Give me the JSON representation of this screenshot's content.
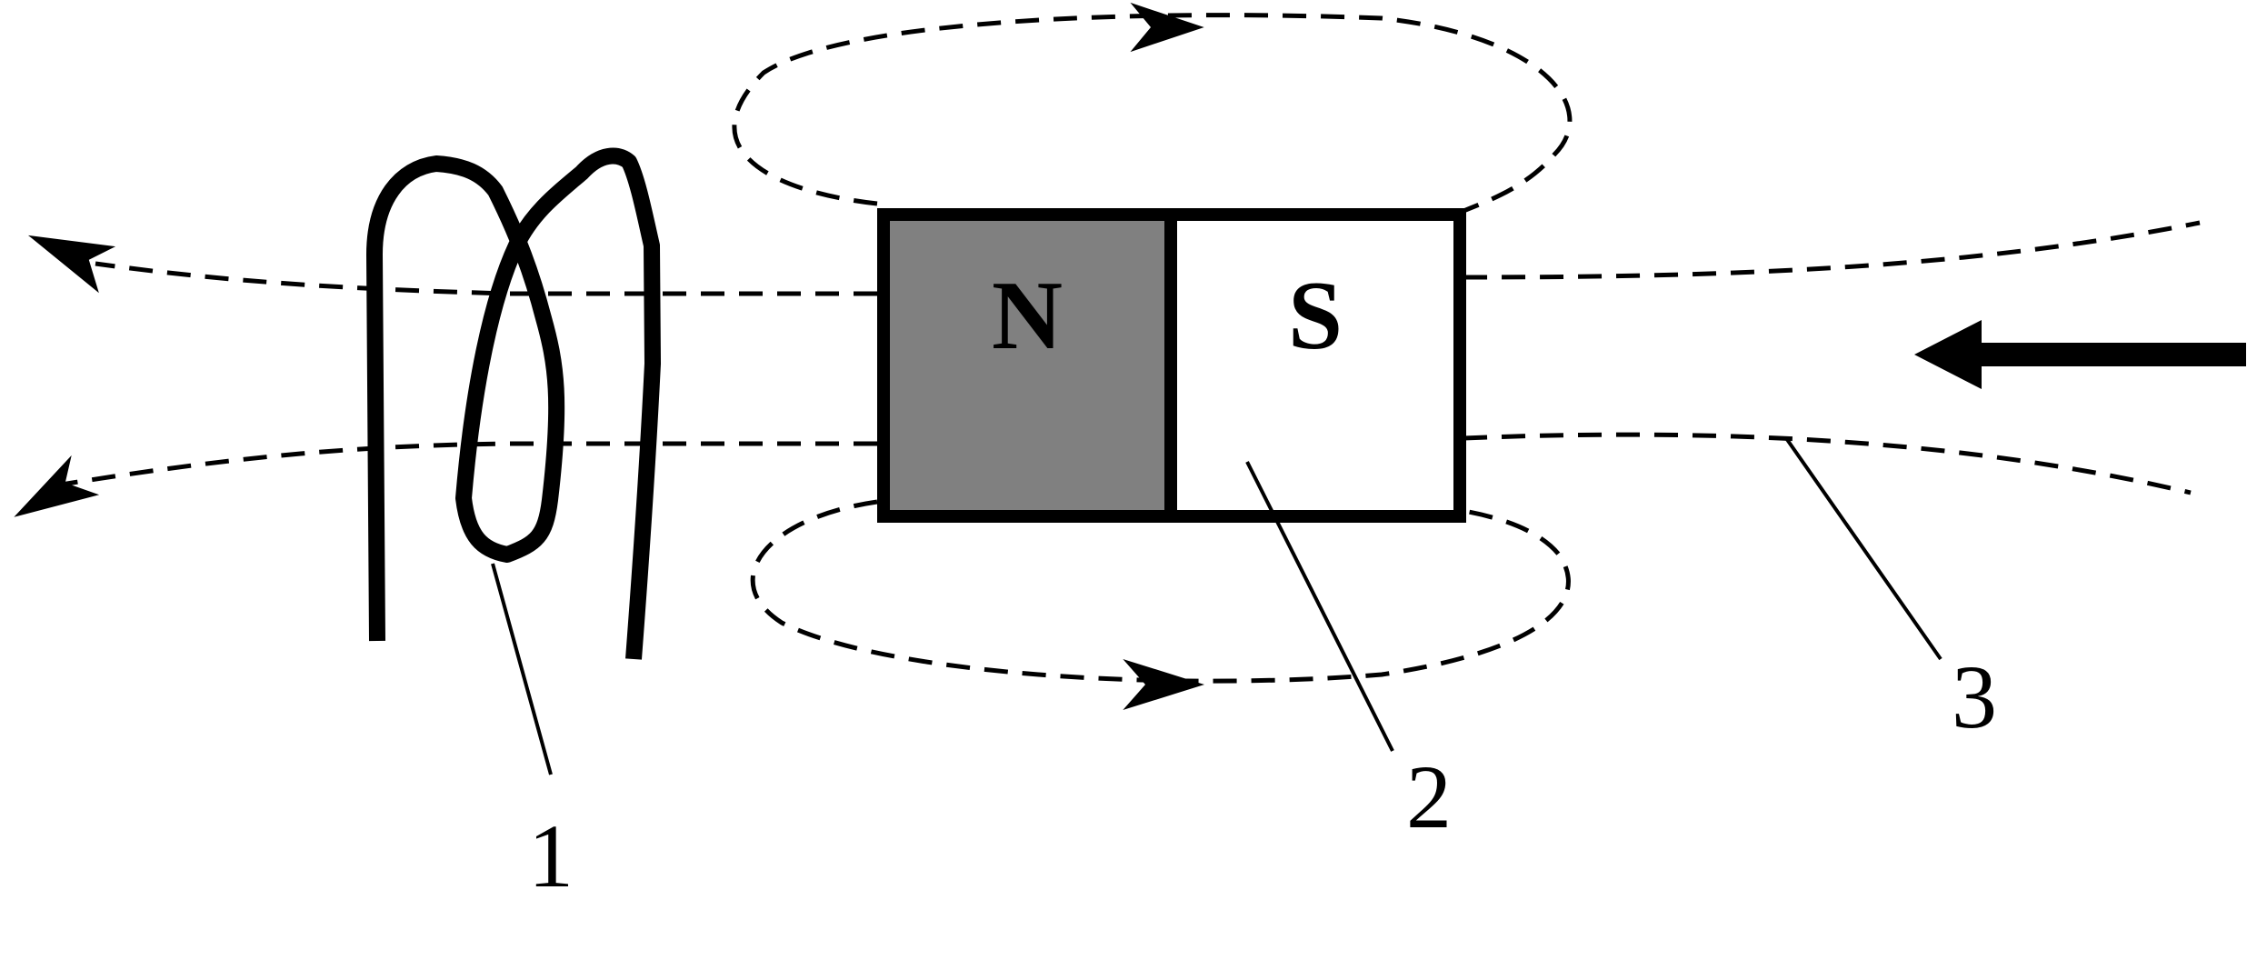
{
  "magnet": {
    "north_label": "N",
    "south_label": "S",
    "north_color": "#808080",
    "south_color": "#ffffff"
  },
  "callouts": [
    "1",
    "2",
    "3"
  ],
  "colors": {
    "ink": "#000000",
    "background": "#ffffff"
  },
  "icons": {
    "motion_arrow": "arrow-left-icon",
    "field_direction": "arrowhead-icon"
  }
}
